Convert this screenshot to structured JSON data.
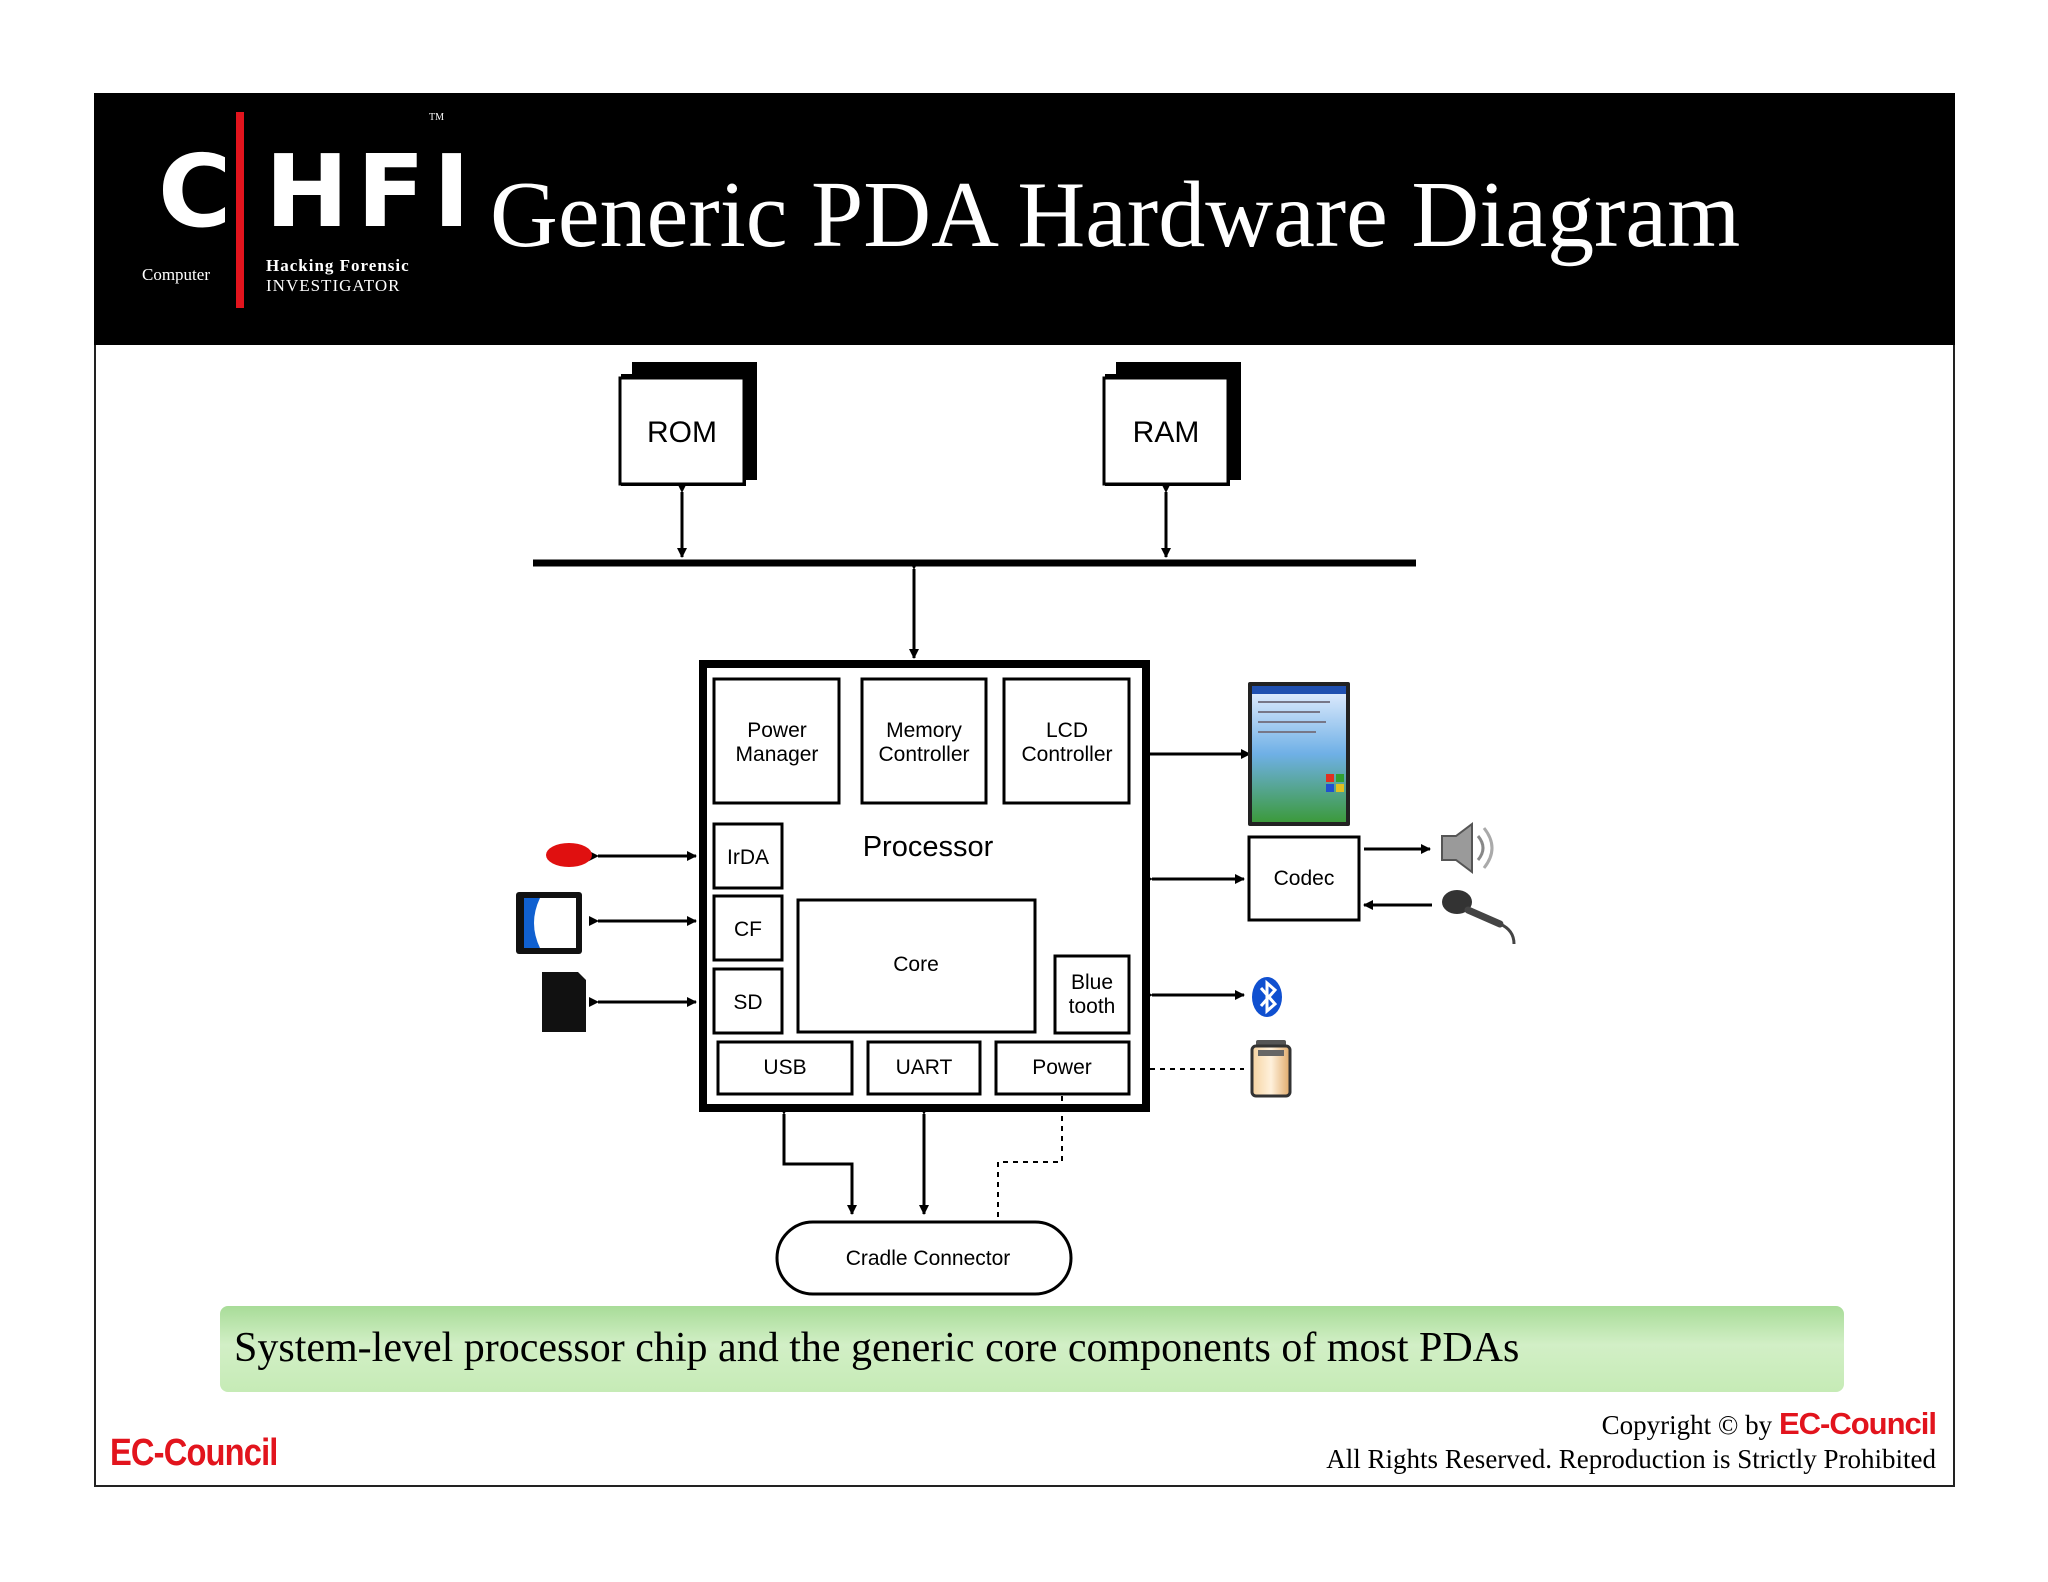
{
  "header": {
    "title": "Generic PDA Hardware Diagram",
    "logo": {
      "c": "C",
      "hfi": "HFI",
      "computer": "Computer",
      "hacking_forensic": "Hacking Forensic",
      "investigator": "INVESTIGATOR",
      "tm": "TM"
    }
  },
  "diagram": {
    "rom": "ROM",
    "ram": "RAM",
    "processor": "Processor",
    "power_manager": [
      "Power",
      "Manager"
    ],
    "memory_controller": [
      "Memory",
      "Controller"
    ],
    "lcd_controller": [
      "LCD",
      "Controller"
    ],
    "irda": "IrDA",
    "cf": "CF",
    "sd": "SD",
    "core": "Core",
    "bluetooth": [
      "Blue",
      "tooth"
    ],
    "usb": "USB",
    "uart": "UART",
    "power": "Power",
    "codec": "Codec",
    "cradle_connector": "Cradle Connector"
  },
  "icons": [
    "ir-port-icon",
    "compactflash-card-icon",
    "sd-card-icon",
    "pda-screen-icon",
    "speaker-icon",
    "microphone-icon",
    "bluetooth-icon",
    "battery-icon"
  ],
  "caption": "System-level processor chip and the generic core components of most PDAs",
  "footer": {
    "brand": "EC-Council",
    "copyright_prefix": "Copyright © by",
    "copyright_brand": "EC-Council",
    "rights": "All Rights Reserved. Reproduction is Strictly Prohibited"
  },
  "colors": {
    "brand_red": "#e2141d",
    "header_bg": "#000000",
    "caption_green": "#c6ebb6"
  }
}
